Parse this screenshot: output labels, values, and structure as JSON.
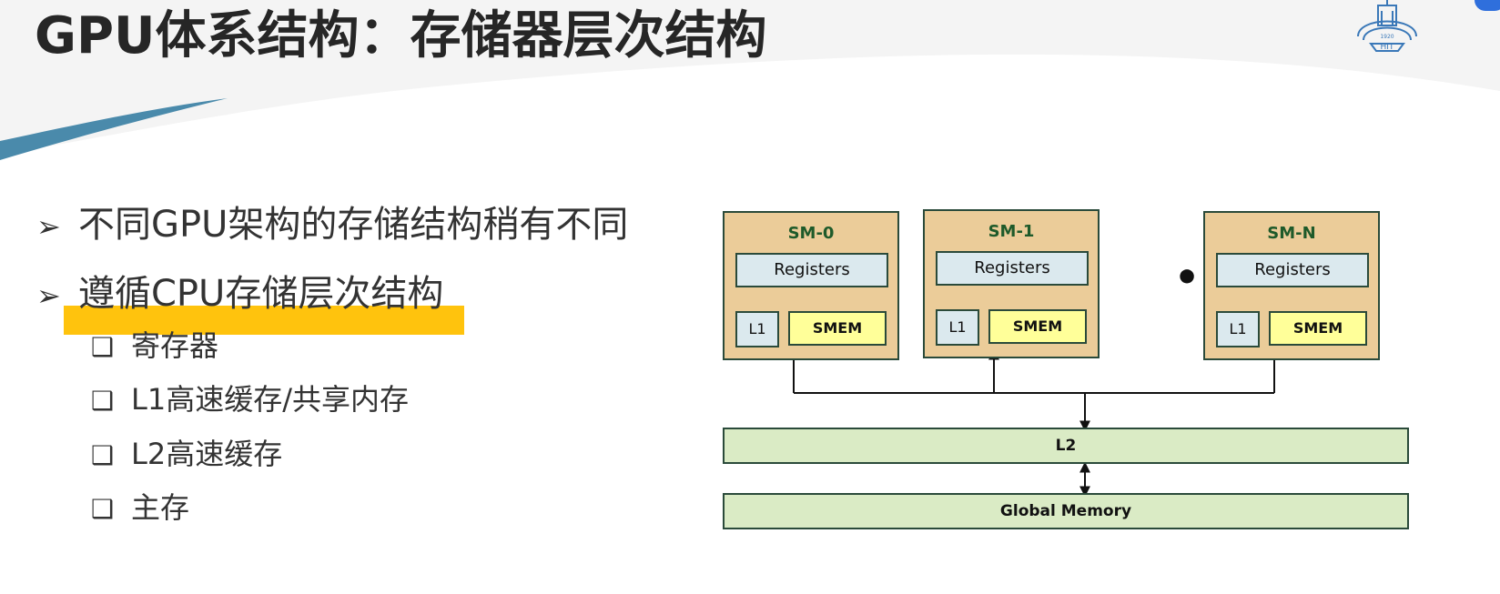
{
  "slide": {
    "title": "GPU体系结构：存储器层次结构",
    "bullets": [
      {
        "text": "不同GPU架构的存储结构稍有不同",
        "highlighted": false
      },
      {
        "text": "遵循CPU存储层次结构",
        "highlighted": true
      }
    ],
    "sub_bullets": [
      "寄存器",
      "L1高速缓存/共享内存",
      "L2高速缓存",
      "主存"
    ],
    "logo_text": "HIT",
    "logo_year": "1920"
  },
  "diagram": {
    "sms": [
      {
        "title": "SM-0",
        "registers": "Registers",
        "l1": "L1",
        "smem": "SMEM"
      },
      {
        "title": "SM-1",
        "registers": "Registers",
        "l1": "L1",
        "smem": "SMEM"
      },
      {
        "title": "SM-N",
        "registers": "Registers",
        "l1": "L1",
        "smem": "SMEM"
      }
    ],
    "ellipsis": "• • •",
    "l2": "L2",
    "global_memory": "Global Memory"
  },
  "colors": {
    "accent_blue": "#4a8aab",
    "highlight": "#ffc000",
    "sm_fill": "#ebcc99",
    "reg_fill": "#dbe9ee",
    "smem_fill": "#ffff99",
    "memory_fill": "#daebc5"
  },
  "icons": {
    "bullet_level1": "arrow-bullet-icon",
    "bullet_level2": "square-bullet-icon"
  }
}
